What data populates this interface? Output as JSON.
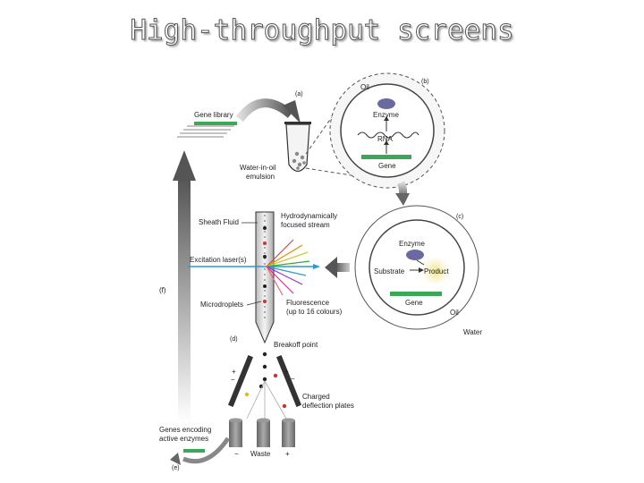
{
  "title": "High-throughput screens",
  "panels": {
    "a": "(a)",
    "b": "(b)",
    "c": "(c)",
    "d": "(d)",
    "e": "(e)",
    "f": "(f)"
  },
  "labels": {
    "gene_library": "Gene library",
    "emulsion_line1": "Water-in-oil",
    "emulsion_line2": "emulsion",
    "oil_b": "Oil",
    "enzyme_b": "Enzyme",
    "rna": "RNA",
    "gene_b": "Gene",
    "sheath_fluid": "Sheath Fluid",
    "focused_line1": "Hydrodynamically",
    "focused_line2": "focused stream",
    "excitation": "Excitation laser(s)",
    "microdroplets": "Microdroplets",
    "fluor_line1": "Fluorescence",
    "fluor_line2": "(up to 16 colours)",
    "breakoff": "Breakoff point",
    "charged_line1": "Charged",
    "charged_line2": "deflection plates",
    "genes_line1": "Genes encoding",
    "genes_line2": "active enzymes",
    "waste": "Waste",
    "minus": "−",
    "plus": "+",
    "enzyme_c": "Enzyme",
    "substrate": "Substrate",
    "product": "Product",
    "gene_c": "Gene",
    "oil_c": "Oil",
    "water": "Water"
  },
  "colors": {
    "gene_green": "#3aa856",
    "laser_blue": "#2a9ad8",
    "arrow_gray": "#7a7a7a",
    "enzyme_purple": "#6a6a9e",
    "product_yellow": "#f4e79a"
  },
  "icons": [
    "curved-arrow-icon",
    "tube-icon",
    "droplet-icon",
    "sort-plate-icon",
    "waste-tube-icon"
  ]
}
